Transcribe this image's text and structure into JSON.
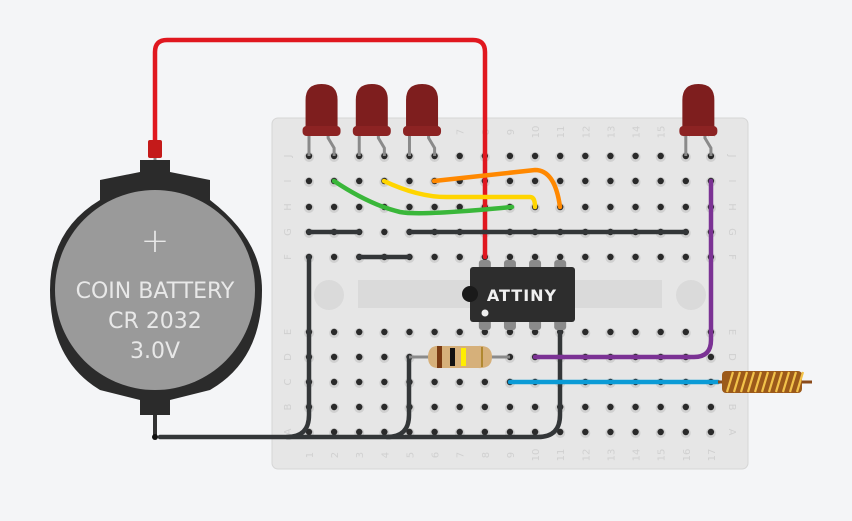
{
  "breadboard": {
    "columns": [
      "1",
      "2",
      "3",
      "4",
      "5",
      "6",
      "7",
      "8",
      "9",
      "10",
      "11",
      "12",
      "13",
      "14",
      "15",
      "16",
      "17"
    ],
    "top_rows": [
      "J",
      "I",
      "H",
      "G",
      "F"
    ],
    "bottom_rows": [
      "E",
      "D",
      "C",
      "B",
      "A"
    ]
  },
  "battery": {
    "symbol": "+",
    "line1": "COIN BATTERY",
    "line2": "CR 2032",
    "line3": "3.0V"
  },
  "chip": {
    "label": "ATTINY"
  },
  "colors": {
    "background": "#f4f5f7",
    "board": "#e6e6e6",
    "red_wire": "#e0171f",
    "black_wire": "#333638",
    "green_wire": "#3ab73a",
    "yellow_wire": "#ffd500",
    "orange_wire": "#ff8800",
    "purple_wire": "#7b3294",
    "blue_wire": "#0b9bd6",
    "led": "#7e1e1e",
    "chip": "#2d2d2d"
  },
  "components": [
    "led-1",
    "led-2",
    "led-3",
    "led-4",
    "resistor",
    "attiny-chip",
    "coin-battery",
    "antenna-coil"
  ]
}
